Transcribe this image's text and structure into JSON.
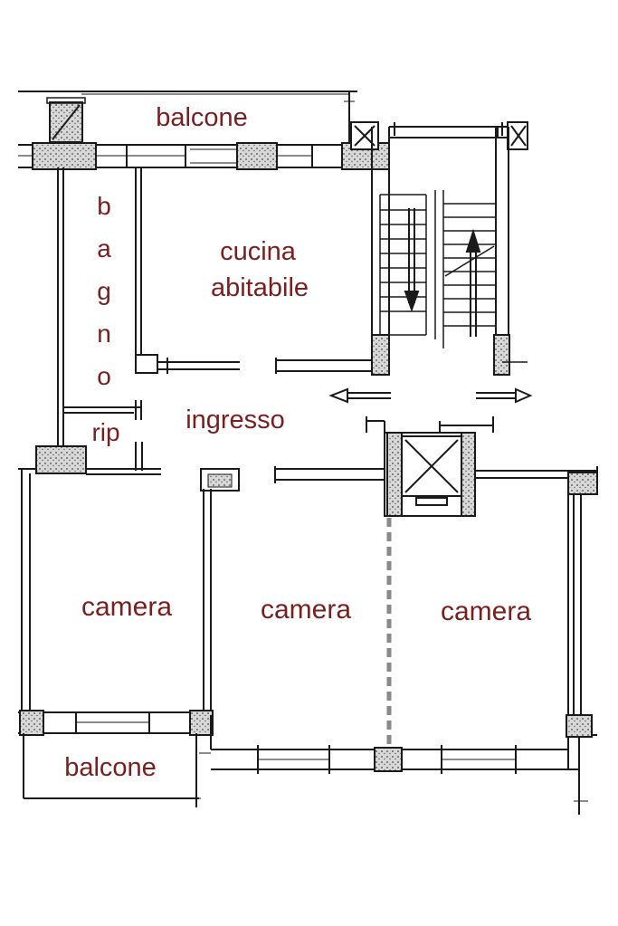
{
  "labels": {
    "balcone_top": "balcone",
    "bagno": "bagno",
    "cucina_line1": "cucina",
    "cucina_line2": "abitabile",
    "rip": "rip",
    "ingresso": "ingresso",
    "camera_left": "camera",
    "camera_center": "camera",
    "camera_right": "camera",
    "balcone_bottom": "balcone"
  },
  "colors": {
    "label": "#7a1f1f",
    "wall": "#1a1a1a",
    "divider": "#8a8a8a"
  },
  "icons": {
    "stair_arrow_down": "arrow-down-icon",
    "stair_arrow_up": "arrow-up-icon",
    "landing_arrow_left": "arrow-left-icon",
    "landing_arrow_right": "arrow-right-icon",
    "elevator": "elevator-cross-icon"
  }
}
